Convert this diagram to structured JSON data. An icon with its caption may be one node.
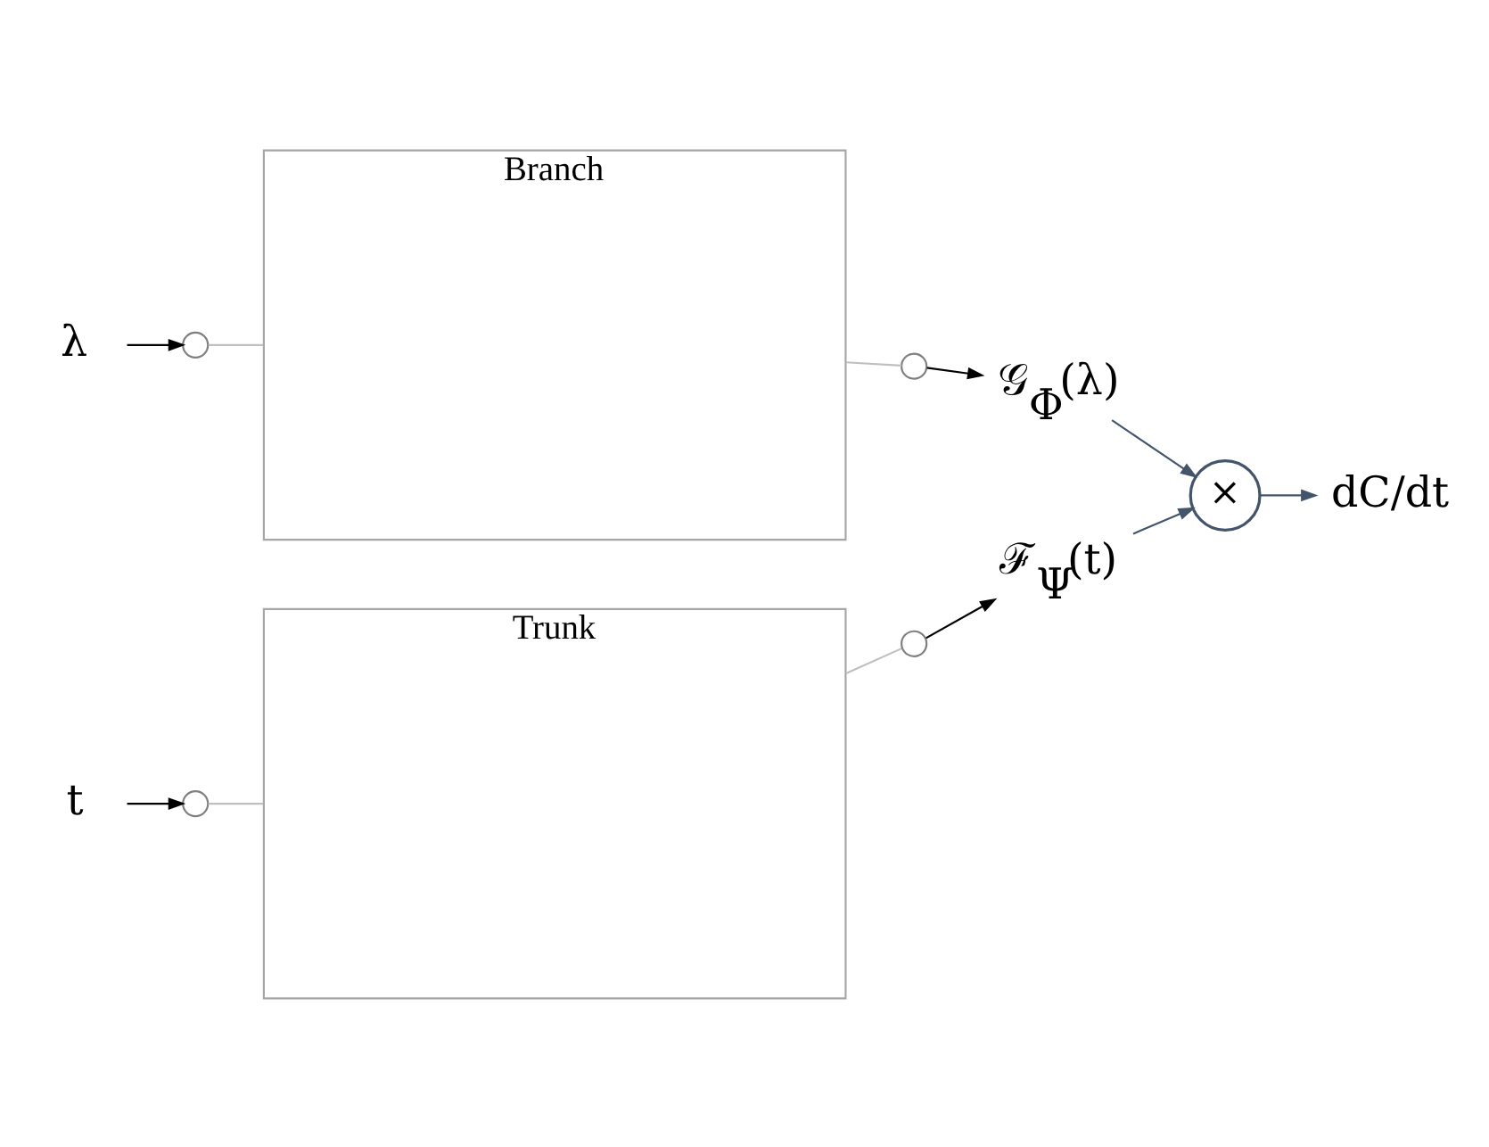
{
  "diagram": {
    "nodes": [
      {
        "text": [
          "λ"
        ]
      },
      {
        "text": [],
        "shape": "circle"
      },
      {
        "text": [
          "Branch"
        ]
      },
      {
        "text": [],
        "shape": "circle"
      },
      {
        "text": [
          "𝒢$_{Φ}$(λ)"
        ]
      },
      {
        "text": [
          "t"
        ]
      },
      {
        "text": [],
        "shape": "circle"
      },
      {
        "text": [
          "Trunk"
        ]
      },
      {
        "text": [],
        "shape": "circle"
      },
      {
        "text": [
          "ℱ$_{Ψ}$(t)"
        ]
      },
      {
        "text": [
          "×"
        ]
      },
      {
        "text": [
          "dC/dt"
        ]
      }
    ],
    "edges": [
      {
        "from": 0,
        "to": 1,
        "arrow": "to"
      },
      {
        "from": 1,
        "to": 2,
        "arrow": "none",
        "color": "#bfbfbf"
      },
      {
        "from": 2,
        "to": 3,
        "arrow": "none",
        "color": "#bfbfbf"
      },
      {
        "from": 3,
        "to": 4,
        "arrow": "to"
      },
      {
        "from": 5,
        "to": 6,
        "arrow": "to"
      },
      {
        "from": 6,
        "to": 7,
        "arrow": "none",
        "color": "#bfbfbf"
      },
      {
        "from": 7,
        "to": 8,
        "arrow": "none",
        "color": "#bfbfbf"
      },
      {
        "from": 8,
        "to": 9,
        "arrow": "to"
      },
      {
        "from": 4,
        "to": 10,
        "arrow": "to",
        "color": "#44546a"
      },
      {
        "from": 9,
        "to": 10,
        "arrow": "to",
        "color": "#44546a"
      },
      {
        "from": 10,
        "to": 11,
        "arrow": "to",
        "color": "#44546a"
      }
    ]
  }
}
